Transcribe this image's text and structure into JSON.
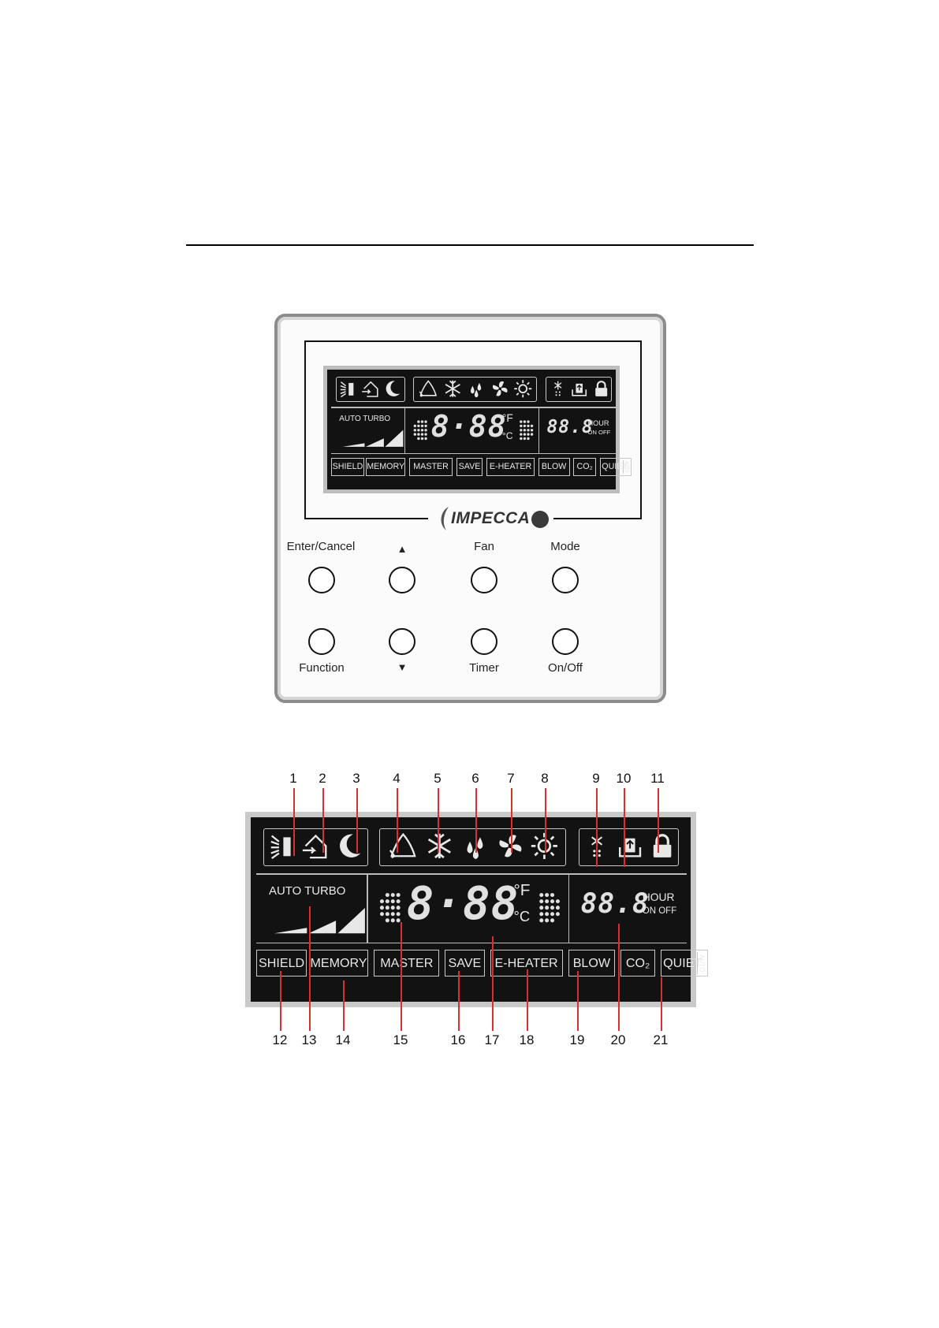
{
  "brand": "IMPECCA",
  "display": {
    "speed_label": "AUTO TURBO",
    "temp_digits": "8·88",
    "unit_f": "°F",
    "unit_c": "°C",
    "timer_digits": "88.8",
    "hour_label": "HOUR",
    "on_off_label": "ON OFF",
    "tags": [
      "SHIELD",
      "MEMORY",
      "MASTER",
      "SAVE",
      "E-HEATER",
      "BLOW",
      "CO₂",
      "QUIET"
    ],
    "quiet_sub": "AUTO"
  },
  "buttons": {
    "top_labels": [
      "Enter/Cancel",
      "▲",
      "Fan",
      "Mode"
    ],
    "bottom_labels": [
      "Function",
      "▼",
      "Timer",
      "On/Off"
    ]
  },
  "callouts": {
    "top": [
      "1",
      "2",
      "3",
      "4",
      "5",
      "6",
      "7",
      "8",
      "9",
      "10",
      "11"
    ],
    "bottom": [
      "12",
      "13",
      "14",
      "15",
      "16",
      "17",
      "18",
      "19",
      "20",
      "21"
    ]
  },
  "icons": [
    "swing-icon",
    "home-icon",
    "sleep-icon",
    "auto-icon",
    "cool-icon",
    "dry-icon",
    "fan-icon",
    "heat-icon",
    "defrost-icon",
    "card-icon",
    "lock-icon"
  ],
  "colors": {
    "lcd_bg": "#121212",
    "segment": "#e0e0e0",
    "leader": "#d43232"
  }
}
